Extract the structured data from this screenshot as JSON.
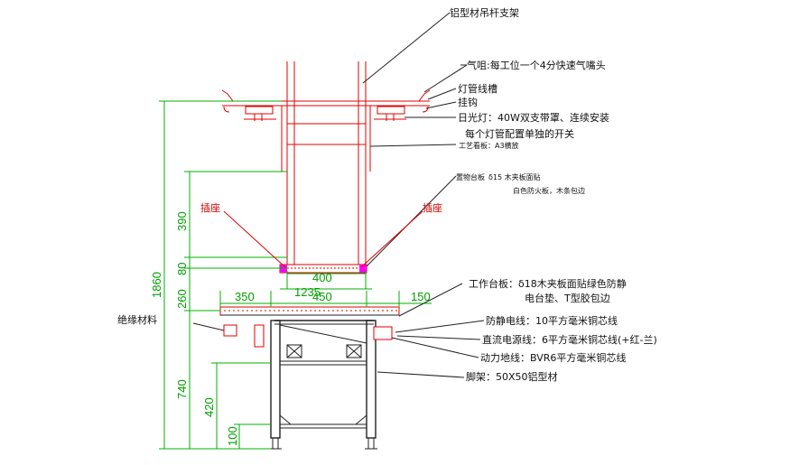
{
  "labels": {
    "aluminum_support": "铝型材吊杆支架",
    "air_nozzle": "气咀:每工位一个4分快速气嘴头",
    "light_channel": "灯管线槽",
    "hook": "挂钩",
    "fluorescent": "日光灯：40W双支带罩、连续安装",
    "switch": "每个灯管配置单独的开关",
    "process_card": "工艺看板：A3横放",
    "shelf_board": "置物台板",
    "shelf_spec": "δ15 木夹板面贴",
    "shelf_spec2": "白色防火板，木条包边",
    "socket_left": "插座",
    "socket_right": "插座",
    "insulation": "绝缘材料",
    "worktop": "工作台板：δ18木夹板面贴绿色防静",
    "worktop2": "电台垫、T型胶包边",
    "antistatic": "防静电线：10平方毫米铜芯线",
    "dc_power": "直流电源线：6平方毫米铜芯线(+红-兰)",
    "ground": "动力地线：BVR6平方毫米铜芯线",
    "frame": "脚架：50X50铝型材"
  },
  "dimensions": {
    "total_height": "1860",
    "h_390": "390",
    "h_80": "80",
    "h_260": "260",
    "h_740": "740",
    "h_420": "420",
    "h_100": "100",
    "w_400": "400",
    "w_1235": "1235",
    "w_350": "350",
    "w_450": "450",
    "w_150": "150"
  },
  "colors": {
    "dimension": "#00b000",
    "accent": "#e00000",
    "outline": "#222222",
    "highlight": "#ff00ff"
  }
}
